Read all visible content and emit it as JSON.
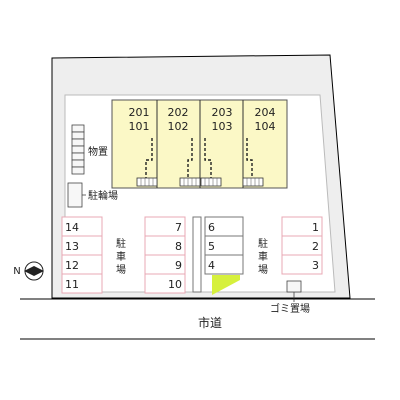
{
  "site": {
    "units_upper": [
      "201",
      "202",
      "203",
      "204"
    ],
    "units_lower": [
      "101",
      "102",
      "103",
      "104"
    ],
    "storage_label": "物置",
    "bicycle_label": "駐輪場",
    "parking_label": [
      "駐",
      "車",
      "場"
    ],
    "garbage_label": "ゴミ置場",
    "road_label": "市道",
    "north_label": "N"
  },
  "parking": {
    "left": [
      "14",
      "13",
      "12",
      "11"
    ],
    "center_left": [
      "7",
      "8",
      "9",
      "10"
    ],
    "center_right": [
      "6",
      "5",
      "4"
    ],
    "right": [
      "1",
      "2",
      "3"
    ]
  },
  "colors": {
    "building": "#fbf8c6",
    "parking_stripe": "#e8a8b4",
    "green_area": "#d6f03c"
  }
}
